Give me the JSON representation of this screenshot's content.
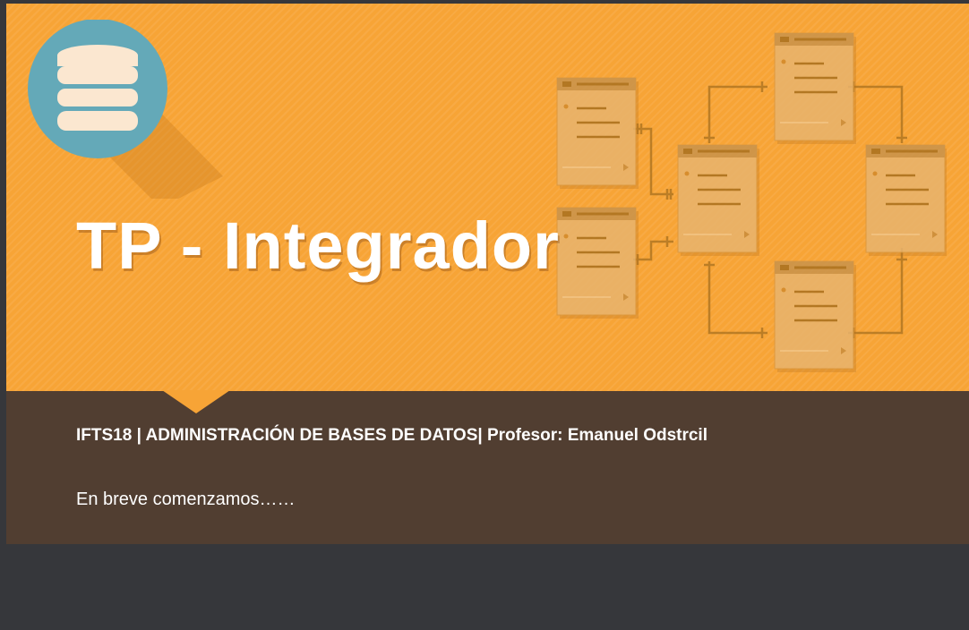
{
  "slide": {
    "title": "TP - Integrador",
    "institution": "IFTS18",
    "separator_1": " | ",
    "course": "ADMINISTRACIÓN DE BASES DE DATOS",
    "separator_2": "| ",
    "professor": "Profesor: Emanuel Odstrcil",
    "subtitle": "En breve comenzamos……"
  },
  "colors": {
    "banner": "#f7a436",
    "footer": "#513e31",
    "background": "#36373b",
    "logo_circle": "#64a9b8",
    "logo_disks": "#fbe7d0",
    "diagram_table": "#e8b46e",
    "diagram_lines": "#a8701f"
  },
  "icons": {
    "logo": "database-icon",
    "diagram": "entity-relationship-diagram"
  }
}
